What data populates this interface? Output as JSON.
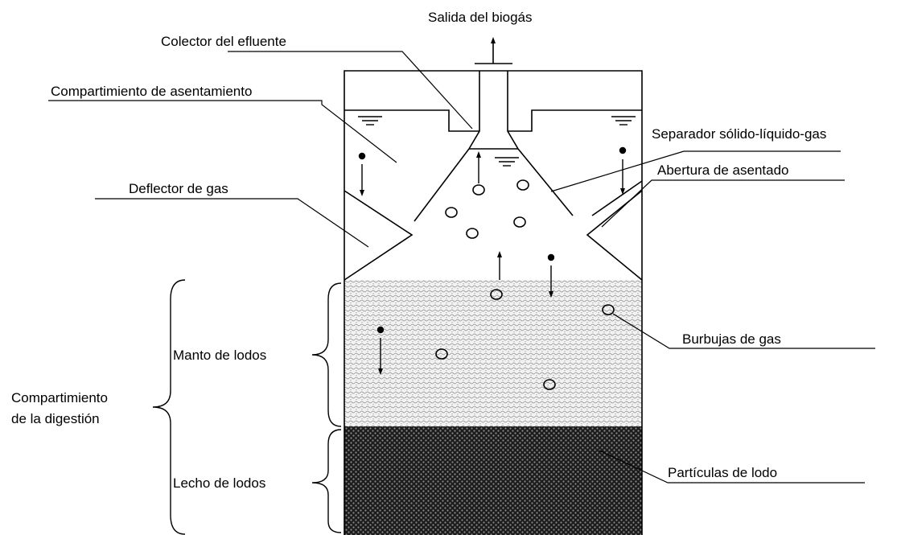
{
  "diagram": {
    "labels": {
      "biogas_outlet": "Salida del biogás",
      "effluent_collector": "Colector del efluente",
      "settling_compartment": "Compartimiento de asentamiento",
      "gas_deflector": "Deflector de gas",
      "gls_separator": "Separador sólido-líquido-gas",
      "settling_opening": "Abertura de asentado",
      "gas_bubbles": "Burbujas de gas",
      "sludge_particles": "Partículas de lodo",
      "sludge_blanket": "Manto de lodos",
      "sludge_bed": "Lecho de lodos",
      "digestion_compartment_line1": "Compartimiento",
      "digestion_compartment_line2": "de la digestión"
    },
    "colors": {
      "stroke": "#000000",
      "blanket_fill": "#ececec",
      "bed_fill": "#2a2a2a"
    }
  }
}
